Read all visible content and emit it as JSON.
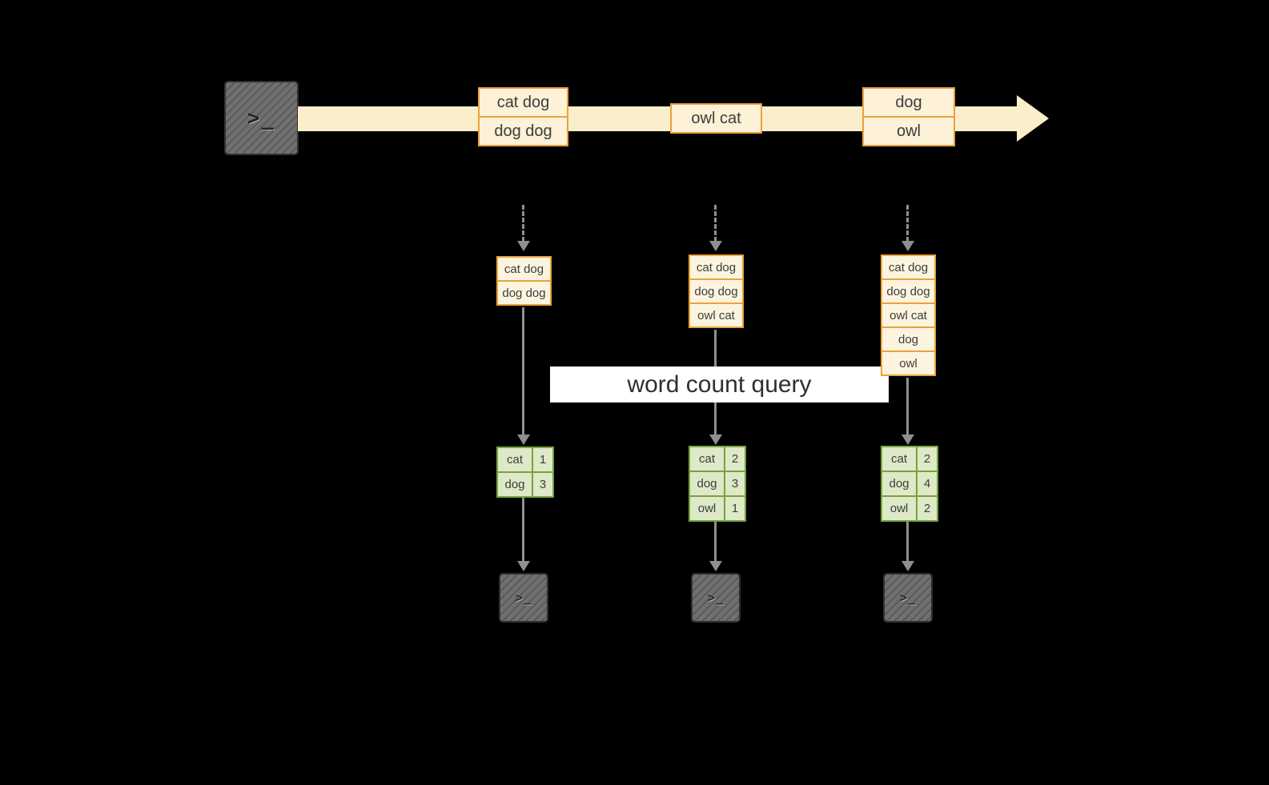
{
  "colors": {
    "background": "#000000",
    "stream_arrow": "#fbeecb",
    "event_fill": "#fdf1d7",
    "event_border": "#e8a33c",
    "record_fill": "#fdf4e0",
    "table_fill": "#dde9c7",
    "table_border": "#79a23f",
    "banner_bg": "#ffffff",
    "banner_text": "#2f2f2f",
    "arrow_gray": "#8f8f8f",
    "terminal_bg": "#6f6f6f",
    "terminal_border": "#2f2f2f",
    "text_dark": "#3c3c3c"
  },
  "terminal": {
    "glyph": ">_"
  },
  "stream": {
    "events": [
      {
        "lines": [
          "cat dog",
          "dog dog"
        ]
      },
      {
        "lines": [
          "owl cat"
        ]
      },
      {
        "lines": [
          "dog",
          "owl"
        ]
      }
    ]
  },
  "banner": {
    "label": "word count query"
  },
  "columns": [
    {
      "records": [
        "cat dog",
        "dog dog"
      ],
      "table": {
        "rows": [
          [
            "cat",
            "1"
          ],
          [
            "dog",
            "3"
          ]
        ]
      }
    },
    {
      "records": [
        "cat dog",
        "dog dog",
        "owl cat"
      ],
      "table": {
        "rows": [
          [
            "cat",
            "2"
          ],
          [
            "dog",
            "3"
          ],
          [
            "owl",
            "1"
          ]
        ]
      }
    },
    {
      "records": [
        "cat dog",
        "dog dog",
        "owl cat",
        "dog",
        "owl"
      ],
      "table": {
        "rows": [
          [
            "cat",
            "2"
          ],
          [
            "dog",
            "4"
          ],
          [
            "owl",
            "2"
          ]
        ]
      }
    }
  ]
}
